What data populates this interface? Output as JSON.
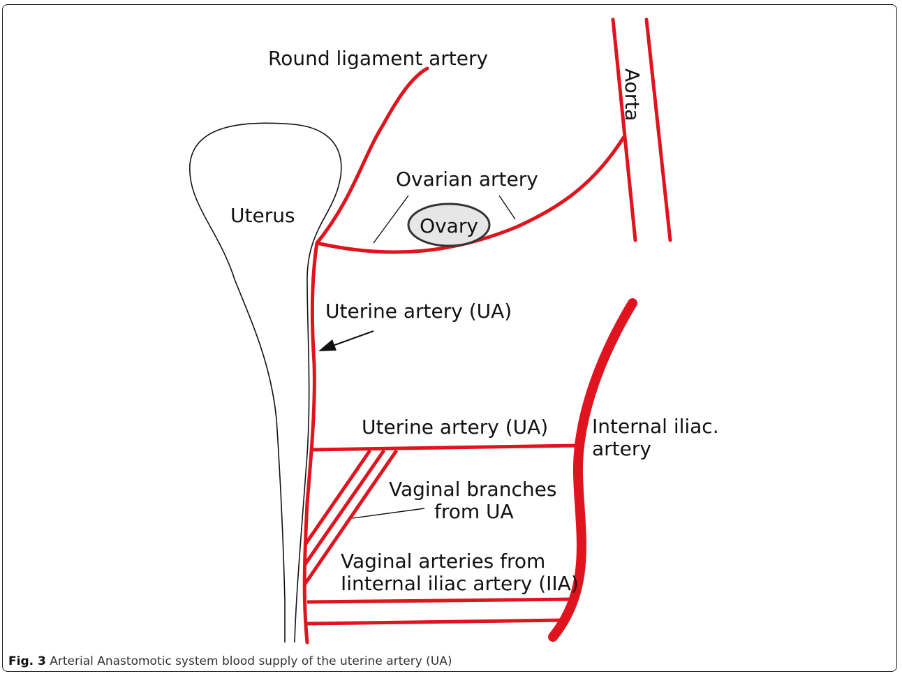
{
  "labels": {
    "round_ligament_artery": "Round ligament artery",
    "aorta": "Aorta",
    "uterus": "Uterus",
    "ovarian_artery": "Ovarian artery",
    "ovary": "Ovary",
    "uterine_artery_upper": "Uterine artery (UA)",
    "uterine_artery_lower": "Uterine artery (UA)",
    "internal_iliac_line1": "Internal iliac.",
    "internal_iliac_line2": "artery",
    "vaginal_branches_line1": "Vaginal branches",
    "vaginal_branches_line2": "from UA",
    "vaginal_arteries_line1": "Vaginal arteries from",
    "vaginal_arteries_line2": "Iinternal iliac artery (IIA)"
  },
  "caption": {
    "label": "Fig. 3",
    "text": "Arterial Anastomotic system blood supply of the uterine artery (UA)"
  },
  "colors": {
    "artery": "#e0141e",
    "outline": "#111111",
    "ovary_fill": "#e6e6e6"
  }
}
